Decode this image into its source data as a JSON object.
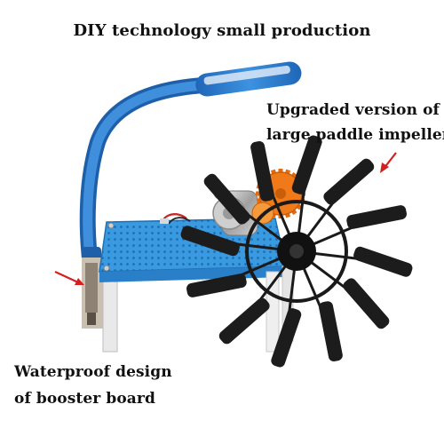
{
  "title": "DIY technology small production",
  "annotations": {
    "impeller": {
      "line1": "Upgraded version of",
      "line2": "large paddle impeller"
    },
    "board": {
      "line1": "Waterproof design",
      "line2": "of booster board"
    }
  },
  "colors": {
    "background": "#ffffff",
    "text": "#111111",
    "lamp_blue": "#2f7fd0",
    "board_blue": "#3a9ae0",
    "impeller_black": "#1a1a1a",
    "gear_orange": "#f07a1a",
    "arrow_red": "#d42020"
  }
}
